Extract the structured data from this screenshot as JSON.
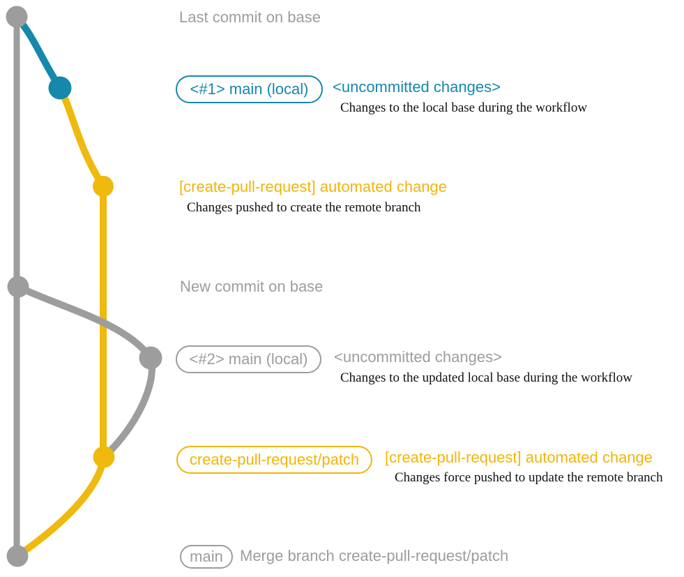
{
  "colors": {
    "gray": "#9d9d9d",
    "teal": "#1588ac",
    "yellow": "#efb90e",
    "yellow_text": "#f0b608",
    "note_text": "#111111",
    "background": "#ffffff"
  },
  "graph": {
    "description": "git commit graph: base branch with teal local-change branch and yellow create-pull-request/patch branch",
    "commits": [
      {
        "id": "last-commit-on-base",
        "color": "gray"
      },
      {
        "id": "local-main-1-uncommitted",
        "color": "teal"
      },
      {
        "id": "automated-change-1",
        "color": "yellow"
      },
      {
        "id": "new-commit-on-base",
        "color": "gray"
      },
      {
        "id": "local-main-2-uncommitted",
        "color": "gray"
      },
      {
        "id": "automated-change-2-force-pushed",
        "color": "yellow"
      },
      {
        "id": "merge-commit",
        "color": "gray"
      }
    ]
  },
  "labels": {
    "last_commit": "Last commit on base",
    "new_commit": "New commit on base"
  },
  "row1": {
    "badge": "<#1> main (local)",
    "status": "<uncommitted changes>",
    "note": "Changes to the local base during the workflow"
  },
  "row2": {
    "message": "[create-pull-request] automated change",
    "note": "Changes pushed to create the remote branch"
  },
  "row3": {
    "badge": "<#2> main (local)",
    "status": "<uncommitted changes>",
    "note": "Changes to the updated local base during the workflow"
  },
  "row4": {
    "badge": "create-pull-request/patch",
    "message": "[create-pull-request] automated change",
    "note": "Changes force pushed to update the remote branch"
  },
  "row5": {
    "badge": "main",
    "message": "Merge branch create-pull-request/patch"
  }
}
